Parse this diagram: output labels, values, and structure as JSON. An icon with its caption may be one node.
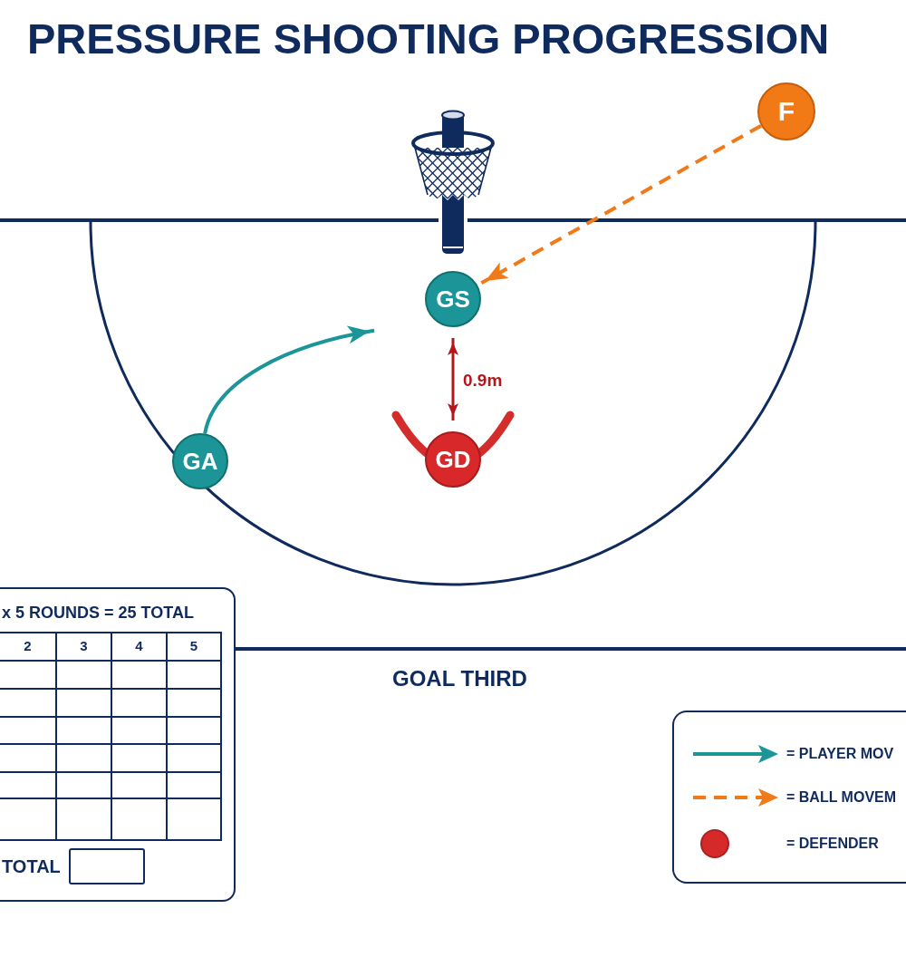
{
  "diagram": {
    "title": "PRESSURE SHOOTING PROGRESSION",
    "nodes": [
      {
        "text": [
          "F"
        ]
      },
      {
        "text": [
          "GS"
        ]
      },
      {
        "text": [
          "GA"
        ]
      },
      {
        "text": [
          "GD"
        ]
      },
      {
        "text": [
          "x 5 ROUNDS = 25 TOTAL",
          "TOTAL"
        ]
      }
    ],
    "edges": [
      {
        "from": 0,
        "to": 1,
        "arrow": "to",
        "style": "dashed",
        "color": "#f07a18"
      },
      {
        "from": 2,
        "to": null,
        "arrow": "to",
        "color": "#1b9597"
      },
      {
        "from": 1,
        "to": 3,
        "arrow": "both",
        "label": "0.9m",
        "color": "#b5161c"
      }
    ],
    "labels": [
      "2",
      "3",
      "4",
      "5",
      "GOAL THIRD"
    ],
    "legend": [
      {
        "text": "= PLAYER MOV"
      },
      {
        "text": "= BALL MOVEM"
      },
      {
        "text": "= DEFENDER",
        "color": "#d62a2a"
      }
    ]
  }
}
